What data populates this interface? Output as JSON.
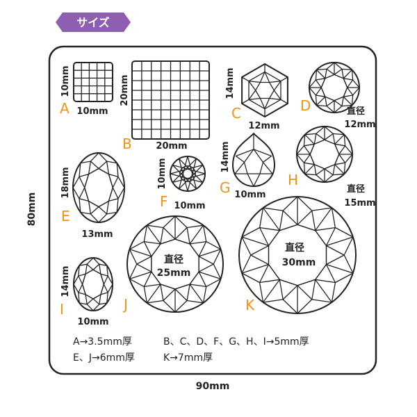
{
  "header": {
    "tag_label": "サイズ",
    "tag_color": "#8e5fb0"
  },
  "mold": {
    "width_label": "90mm",
    "height_label": "80mm",
    "gems": {
      "A": {
        "letter": "A",
        "shape": "square-grid",
        "height": "10mm",
        "width": "10mm"
      },
      "B": {
        "letter": "B",
        "shape": "square-grid",
        "height": "20mm",
        "width": "20mm"
      },
      "C": {
        "letter": "C",
        "shape": "hexagon",
        "height": "14mm",
        "width": "12mm"
      },
      "D": {
        "letter": "D",
        "shape": "round-brilliant",
        "diameter_label": "直径",
        "diameter": "12mm"
      },
      "E": {
        "letter": "E",
        "shape": "oval",
        "height": "18mm",
        "width": "13mm"
      },
      "F": {
        "letter": "F",
        "shape": "round-rose",
        "height": "10mm",
        "width": "10mm"
      },
      "G": {
        "letter": "G",
        "shape": "pear",
        "height": "14mm",
        "width": "10mm"
      },
      "H": {
        "letter": "H",
        "shape": "round-brilliant",
        "diameter_label": "直径",
        "diameter": "15mm"
      },
      "I": {
        "letter": "I",
        "shape": "oval",
        "height": "14mm",
        "width": "10mm"
      },
      "J": {
        "letter": "J",
        "shape": "round-brilliant",
        "diameter_label": "直径",
        "diameter": "25mm"
      },
      "K": {
        "letter": "K",
        "shape": "round-brilliant",
        "diameter_label": "直径",
        "diameter": "30mm"
      }
    }
  },
  "thickness_notes": {
    "line1_part1": "A→3.5mm厚",
    "line1_part2": "B、C、D、F、G、H、I→5mm厚",
    "line2_part1": "E、J→6mm厚",
    "line2_part2": "K→7mm厚"
  },
  "colors": {
    "label_orange": "#f0931a",
    "line": "#222222"
  }
}
